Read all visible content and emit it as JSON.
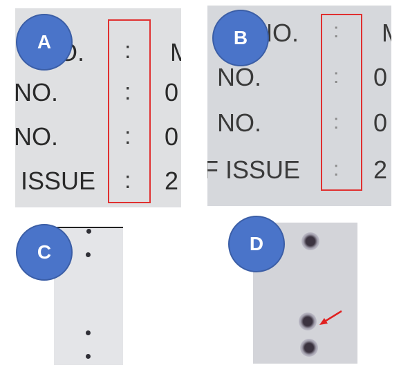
{
  "panels": {
    "a": {
      "label": "A",
      "rows": [
        "O.",
        "NO.",
        "NO.",
        "ISSUE"
      ],
      "right_chars": [
        "M",
        "0",
        "0",
        "2"
      ]
    },
    "b": {
      "label": "B",
      "rows": [
        "NO.",
        "NO.",
        "NO.",
        "F ISSUE"
      ],
      "right_chars": [
        "M",
        "0",
        "0",
        "2"
      ]
    },
    "c": {
      "label": "C"
    },
    "d": {
      "label": "D"
    }
  },
  "colors": {
    "frame": "#e03030",
    "label_fill": "#4a74c9",
    "arrow": "#e02020"
  }
}
